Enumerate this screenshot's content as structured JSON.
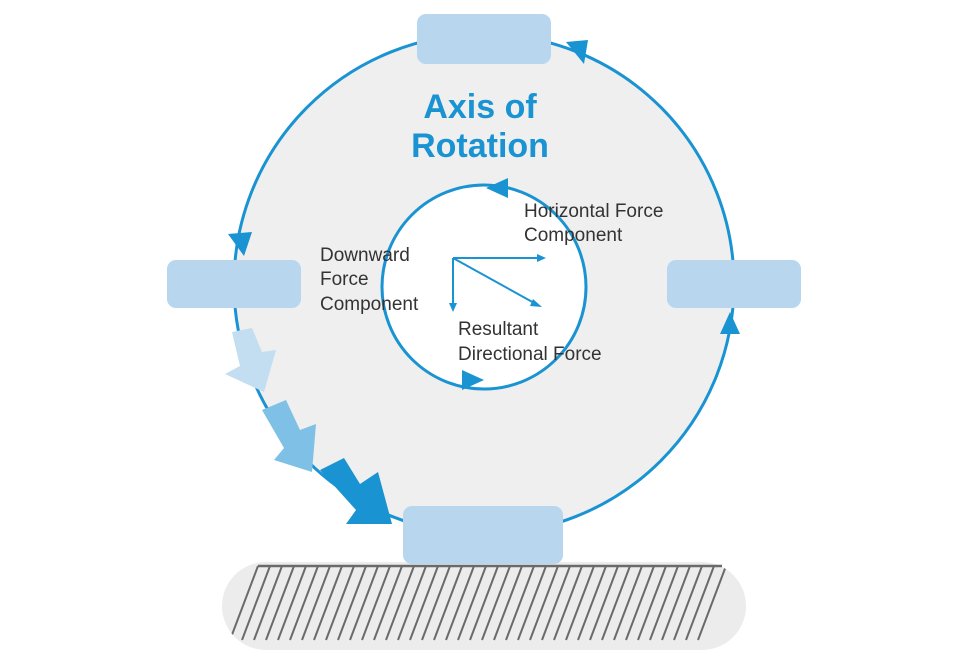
{
  "diagram": {
    "title_line1": "Axis of",
    "title_line2": "Rotation",
    "labels": {
      "horizontal_line1": "Horizontal Force",
      "horizontal_line2": "Component",
      "downward_line1": "Downward",
      "downward_line2": "Force",
      "downward_line3": "Component",
      "resultant_line1": "Resultant",
      "resultant_line2": "Directional Force"
    }
  },
  "colors": {
    "accent": "#1a93d2",
    "wheel_fill": "#efefef",
    "pad_fill": "#b8d6ee",
    "ground_fill": "#ececec",
    "hatch": "#6a6a6a",
    "text": "#333333"
  }
}
